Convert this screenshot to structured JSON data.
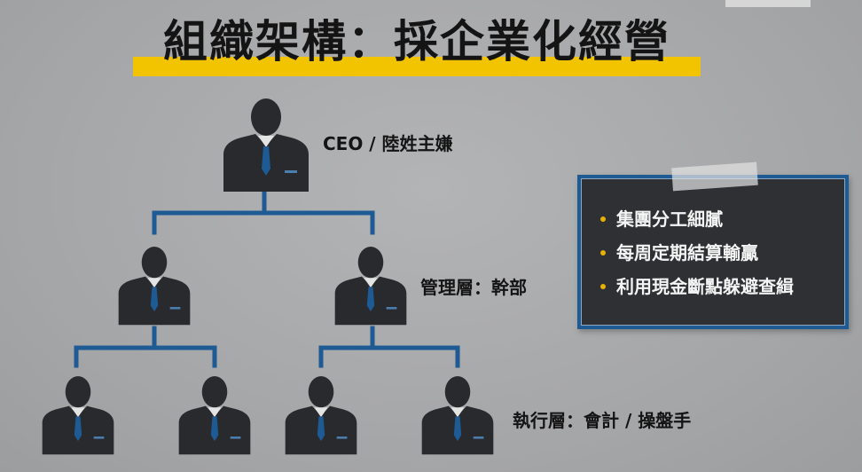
{
  "title": "組織架構：採企業化經營",
  "levels": [
    {
      "label": "CEO / 陸姓主嫌"
    },
    {
      "label": "管理層：幹部"
    },
    {
      "label": "執行層：會計 / 操盤手"
    }
  ],
  "panel": {
    "items": [
      "集團分工細膩",
      "每周定期結算輸贏",
      "利用現金斷點躲避查緝"
    ]
  },
  "colors": {
    "highlight": "#f2c400",
    "connector": "#1e5a94",
    "person": "#282a2d",
    "panel_bg": "#2e3033",
    "bullet": "#e8b100"
  }
}
